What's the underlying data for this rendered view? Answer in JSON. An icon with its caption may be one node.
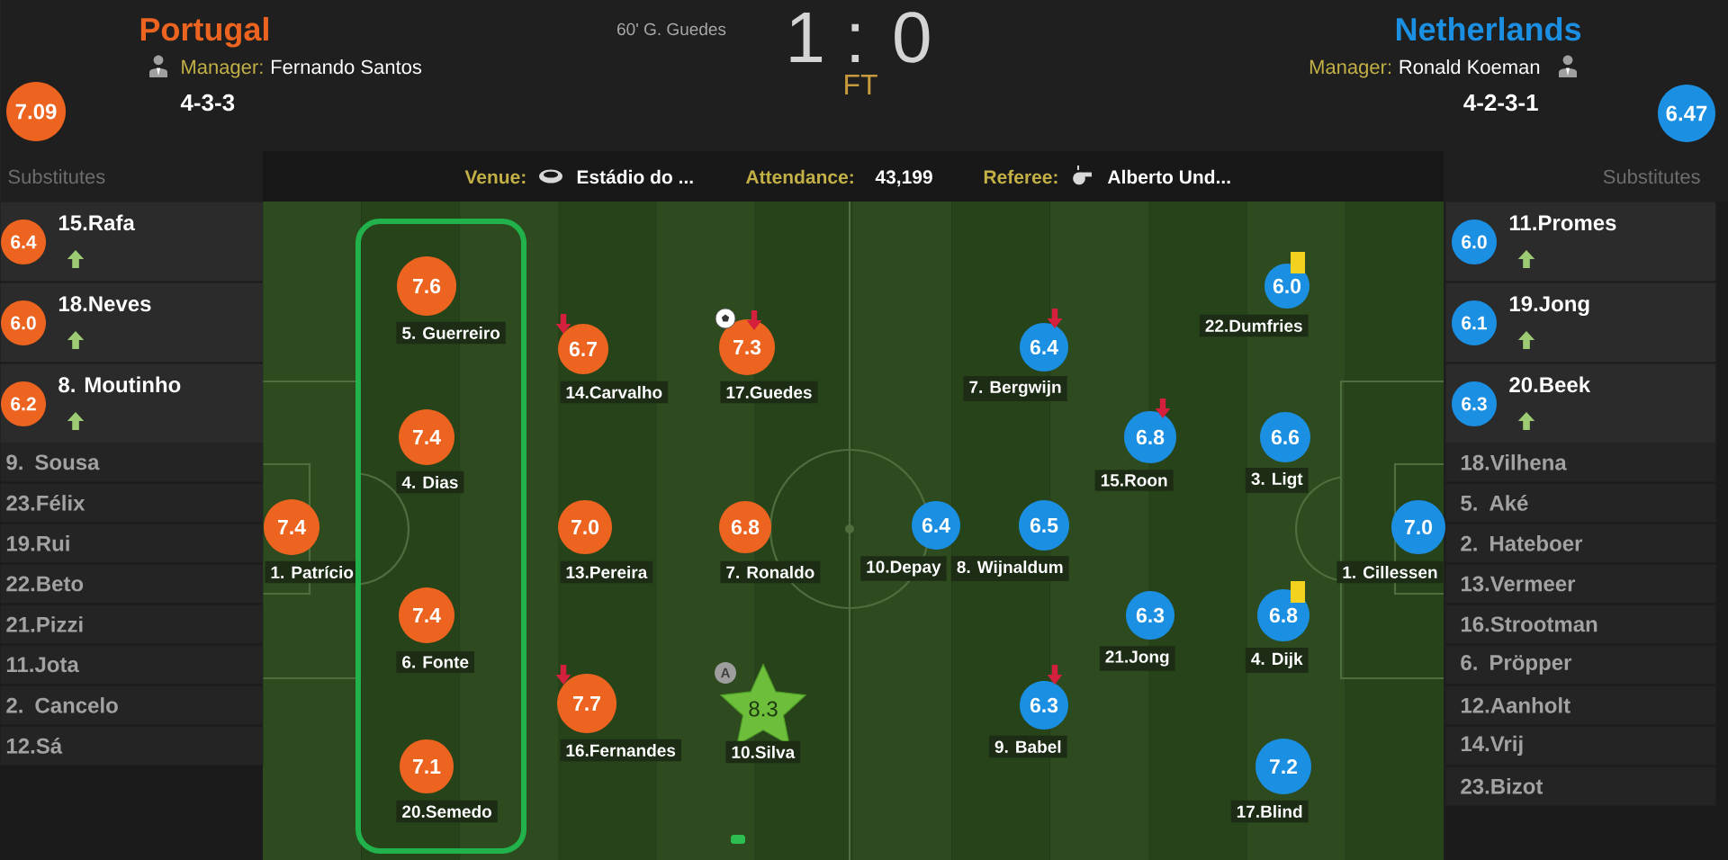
{
  "diagram": {
    "nodes": [
      {
        "text": [
          "7.09"
        ]
      },
      {
        "text": [
          "6.47"
        ]
      },
      {
        "text": [
          "6.4",
          "15.Rafa"
        ]
      },
      {
        "text": [
          "6.0",
          "18.Neves"
        ]
      },
      {
        "text": [
          "6.2",
          "8. Moutinho"
        ]
      },
      {
        "text": [
          "9. Sousa"
        ]
      },
      {
        "text": [
          "23.Félix"
        ]
      },
      {
        "text": [
          "19.Rui"
        ]
      },
      {
        "text": [
          "22.Beto"
        ]
      },
      {
        "text": [
          "21.Pizzi"
        ]
      },
      {
        "text": [
          "11.Jota"
        ]
      },
      {
        "text": [
          "2. Cancelo"
        ]
      },
      {
        "text": [
          "12.Sá"
        ]
      },
      {
        "text": [
          "7.4",
          "1. Patrício"
        ]
      },
      {
        "text": [],
        "shape": "box"
      },
      {
        "text": [
          "7.6",
          "5. Guerreiro"
        ],
        "in": 14
      },
      {
        "text": [
          "7.4",
          "4. Dias"
        ],
        "in": 14
      },
      {
        "text": [
          "7.4",
          "6. Fonte"
        ],
        "in": 14
      },
      {
        "text": [
          "7.1",
          "20.Semedo"
        ],
        "in": 14
      },
      {
        "text": [
          "6.7",
          "14.Carvalho"
        ]
      },
      {
        "text": [
          "7.0",
          "13.Pereira"
        ]
      },
      {
        "text": [
          "7.7",
          "16.Fernandes"
        ]
      },
      {
        "text": [
          "7.3",
          "17.Guedes"
        ]
      },
      {
        "text": [
          "6.8",
          "7. Ronaldo"
        ]
      },
      {
        "text": [
          "8.3",
          "10.Silva"
        ],
        "beside": [
          "A"
        ]
      },
      {
        "text": [
          "6.4",
          "10.Depay"
        ]
      },
      {
        "text": [
          "6.4",
          "7. Bergwijn"
        ]
      },
      {
        "text": [
          "6.5",
          "8. Wijnaldum"
        ]
      },
      {
        "text": [
          "6.3",
          "9. Babel"
        ]
      },
      {
        "text": [
          "6.8",
          "15.Roon"
        ]
      },
      {
        "text": [
          "6.3",
          "21.Jong"
        ]
      },
      {
        "text": [
          "6.0",
          "22.Dumfries"
        ]
      },
      {
        "text": [
          "6.6",
          "3. Ligt"
        ]
      },
      {
        "text": [
          "6.8",
          "4. Dijk"
        ]
      },
      {
        "text": [
          "7.2",
          "17.Blind"
        ]
      },
      {
        "text": [
          "7.0",
          "1. Cillessen"
        ]
      },
      {
        "text": [
          "6.0",
          "11.Promes"
        ]
      },
      {
        "text": [
          "6.1",
          "19.Jong"
        ]
      },
      {
        "text": [
          "6.3",
          "20.Beek"
        ]
      },
      {
        "text": [
          "18.Vilhena"
        ]
      },
      {
        "text": [
          "5. Aké"
        ]
      },
      {
        "text": [
          "2. Hateboer"
        ]
      },
      {
        "text": [
          "13.Vermeer"
        ]
      },
      {
        "text": [
          "16.Strootman"
        ]
      },
      {
        "text": [
          "6. Pröpper"
        ]
      },
      {
        "text": [
          "12.Aanholt"
        ]
      },
      {
        "text": [
          "14.Vrij"
        ]
      },
      {
        "text": [
          "23.Bizot"
        ]
      }
    ],
    "labels": [
      "Portugal",
      "Manager:",
      "Fernando Santos",
      "4-3-3",
      "60' G. Guedes",
      "1 : 0",
      "FT",
      "Netherlands",
      "Manager:",
      "Ronald Koeman",
      "4-2-3-1",
      "Substitutes",
      "Venue:",
      "Estádio do ...",
      "Attendance:",
      "43,199",
      "Referee:",
      "Alberto Und...",
      "Substitutes"
    ]
  }
}
